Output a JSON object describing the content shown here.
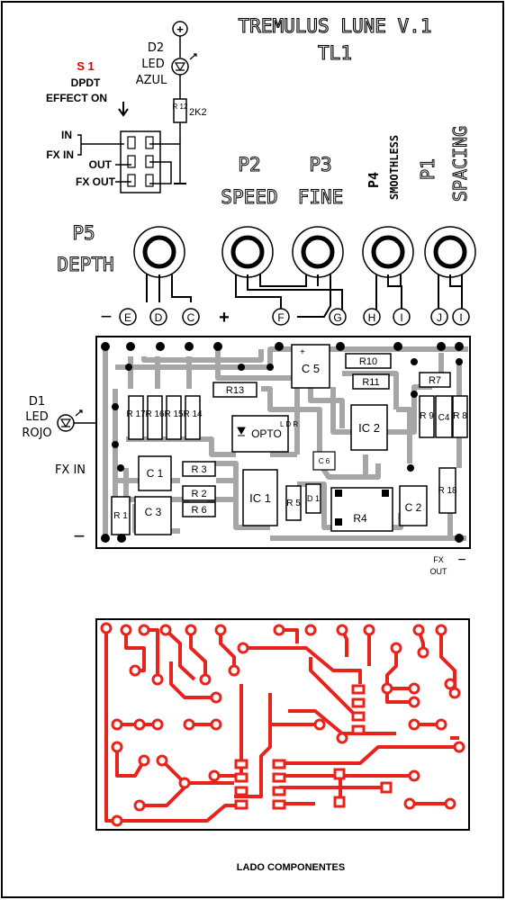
{
  "header": {
    "title": "TREMULUS LUNE V.1",
    "subtitle": "TL1"
  },
  "switch_block": {
    "s1_label": "S 1",
    "s1_type": "DPDT",
    "s1_desc": "EFFECT ON",
    "pin_in": "IN",
    "pin_fx_in": "FX IN",
    "pin_out": "OUT",
    "pin_fx_out": "FX OUT"
  },
  "led_d2": {
    "name": "D2",
    "type": "LED",
    "color_label": "AZUL",
    "resistor": "R 12",
    "resistor_value": "2K2",
    "plus_symbol": "+"
  },
  "pots": {
    "p2": {
      "id": "P2",
      "label": "SPEED"
    },
    "p3": {
      "id": "P3",
      "label": "FINE"
    },
    "p4": {
      "id": "P4",
      "label": "SMOOTHLESS"
    },
    "p1": {
      "id": "P1",
      "label": "SPACING"
    },
    "p5": {
      "id": "P5",
      "label": "DEPTH"
    }
  },
  "connectors": {
    "minus_left": "−",
    "plus_mid": "+",
    "letters": [
      "E",
      "D",
      "C",
      "F",
      "G",
      "H",
      "I",
      "J",
      "I"
    ]
  },
  "led_d1": {
    "name": "D1",
    "type": "LED",
    "color_label": "ROJO"
  },
  "board": {
    "fx_in_label": "FX IN",
    "minus_bottom": "−",
    "fx_out_label": "FX\nOUT",
    "fx_out_minus": "−",
    "components": {
      "r13": "R13",
      "r10": "R10",
      "r11": "R11",
      "r7": "R7",
      "c5": "C 5",
      "r17": "R 17",
      "r16": "R 16",
      "r15": "R 15",
      "r14": "R 14",
      "opto": "OPTO",
      "opto_side": "L D R",
      "ic2": "IC 2",
      "r9": "R 9",
      "c4": "C4",
      "r8": "R 8",
      "c1": "C 1",
      "r3": "R 3",
      "r2": "R 2",
      "r6": "R 6",
      "c3": "C 3",
      "r1": "R 1",
      "ic1": "IC 1",
      "r5": "R 5",
      "d": "D 1",
      "c6": "C 6",
      "r4": "R4",
      "c2": "C 2",
      "r18": "R 18"
    }
  },
  "footer": {
    "caption": "LADO COMPONENTES"
  },
  "colors": {
    "trace_gray": "#a6a6a6",
    "copper_red": "#e8231b",
    "ink": "#000000",
    "label_red": "#e00000",
    "border": "#000000"
  }
}
